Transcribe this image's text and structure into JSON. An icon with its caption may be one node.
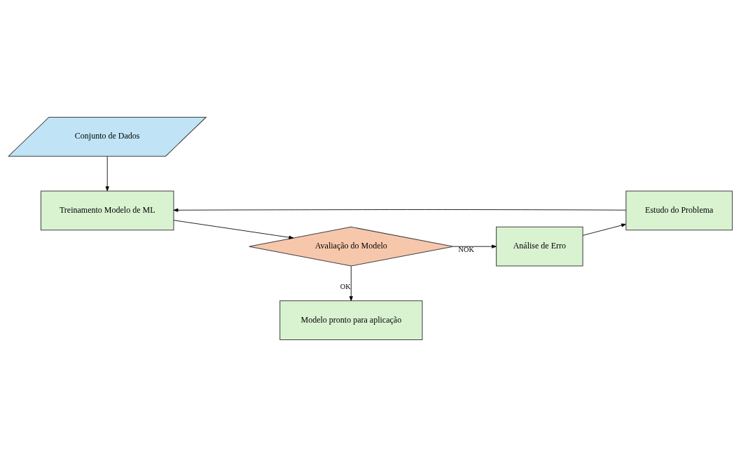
{
  "diagram": {
    "nodes": [
      {
        "text": [
          "Conjunto de Dados"
        ]
      },
      {
        "text": [
          "Modelo pronto para aplicação"
        ]
      },
      {
        "text": [
          "Estudo do Problema"
        ]
      },
      {
        "text": [
          "Treinamento Modelo de ML"
        ]
      },
      {
        "text": [
          "Avaliação do Modelo"
        ]
      },
      {
        "text": [
          "Análise de Erro"
        ]
      }
    ],
    "edges": [
      {
        "from": 0,
        "to": 3,
        "arrow": "to"
      },
      {
        "from": 2,
        "to": 3,
        "arrow": "to"
      },
      {
        "from": 3,
        "to": 4,
        "arrow": "to"
      },
      {
        "from": 4,
        "to": 1,
        "arrow": "to",
        "label": "OK"
      },
      {
        "from": 4,
        "to": 5,
        "arrow": "to",
        "label": "NOK"
      },
      {
        "from": 5,
        "to": 2,
        "arrow": "to"
      }
    ]
  }
}
